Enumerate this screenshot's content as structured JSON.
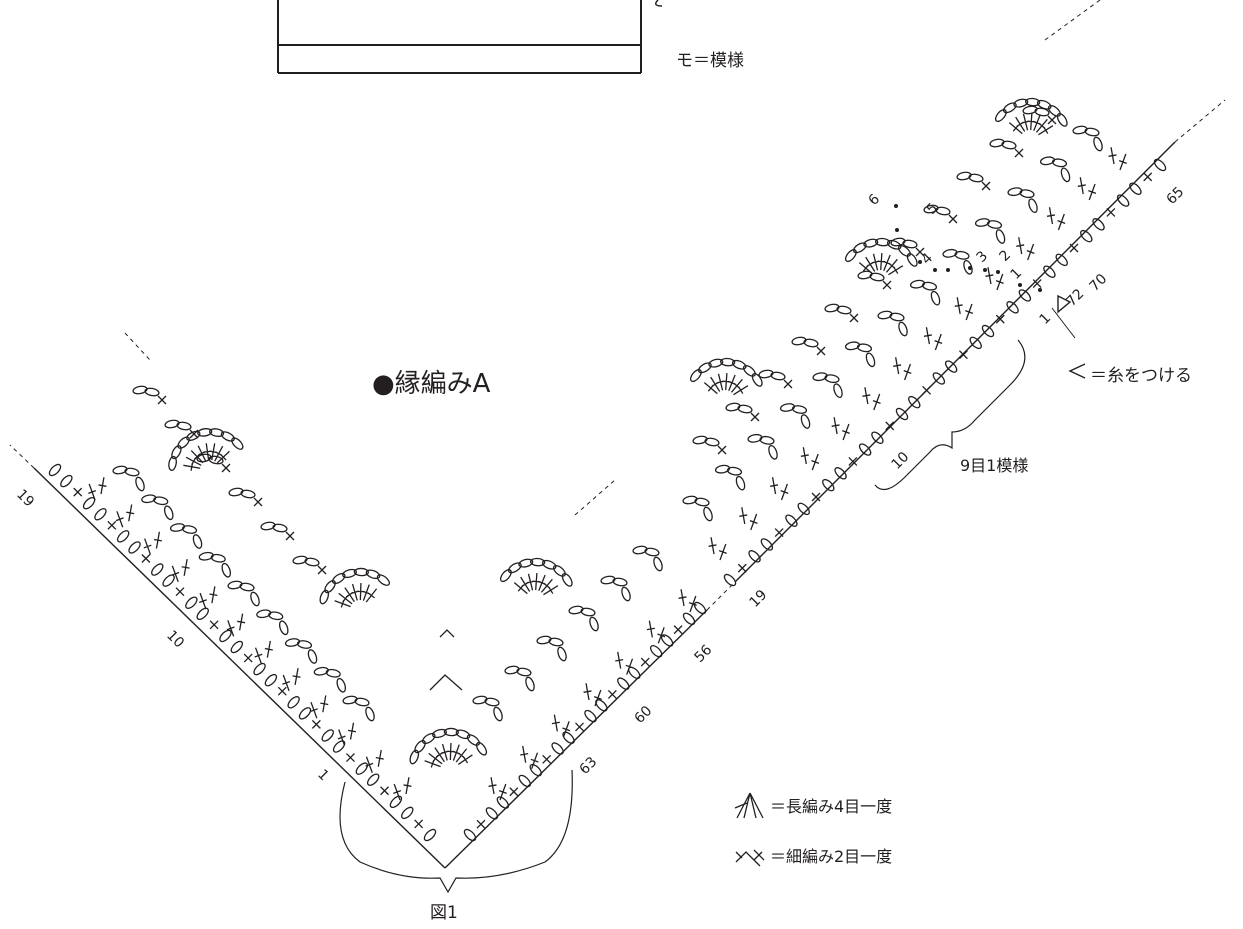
{
  "title": "●縁編みA",
  "figure_label": "図1",
  "pattern_note": "モ＝模様",
  "repeat_note": "9目1模様",
  "legend": [
    {
      "icon": "dc4tog-symbol-icon",
      "text": "＝長編み4目一度"
    },
    {
      "icon": "sc2tog-symbol-icon",
      "text": "＝細編み2目一度"
    },
    {
      "icon": "attach-yarn-icon",
      "text": "＝糸をつける"
    }
  ],
  "left_edge_numbers": [
    "19",
    "10",
    "1"
  ],
  "right_edge_numbers": [
    "63",
    "60",
    "56",
    "19",
    "10",
    "1",
    "72",
    "70",
    "65"
  ],
  "row_numbers": [
    "1",
    "2",
    "3",
    "4",
    "5",
    "6"
  ]
}
